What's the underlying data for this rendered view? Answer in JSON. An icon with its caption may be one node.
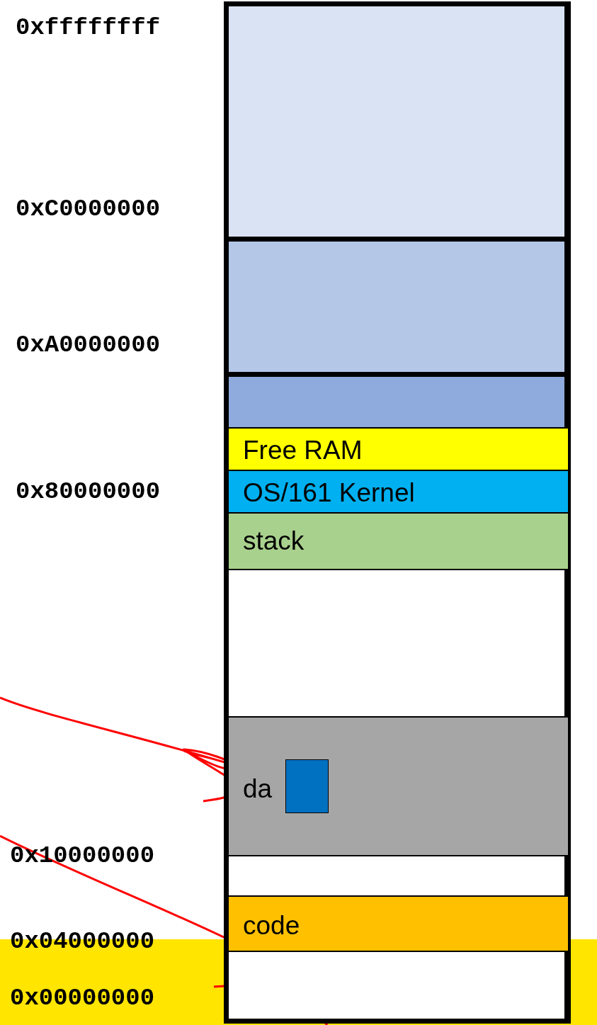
{
  "diagram": {
    "nodes": [
      {
        "text": [],
        "shape": "box"
      },
      {
        "text": [],
        "shape": "box"
      },
      {
        "text": [],
        "shape": "box"
      },
      {
        "text": [
          "Free RAM"
        ]
      },
      {
        "text": [
          "OS/161 Kernel"
        ]
      },
      {
        "text": [
          "stack"
        ]
      },
      {
        "text": [],
        "shape": "box"
      },
      {
        "text": [
          "da"
        ]
      },
      {
        "text": [],
        "shape": "box",
        "in": 7
      },
      {
        "text": [],
        "shape": "box"
      },
      {
        "text": [
          "code"
        ]
      },
      {
        "text": [],
        "shape": "box"
      }
    ],
    "labels": [
      "0xffffffff",
      "0xC0000000",
      "0xA0000000",
      "0x80000000",
      "0x10000000",
      "0x04000000",
      "0x00000000"
    ]
  }
}
